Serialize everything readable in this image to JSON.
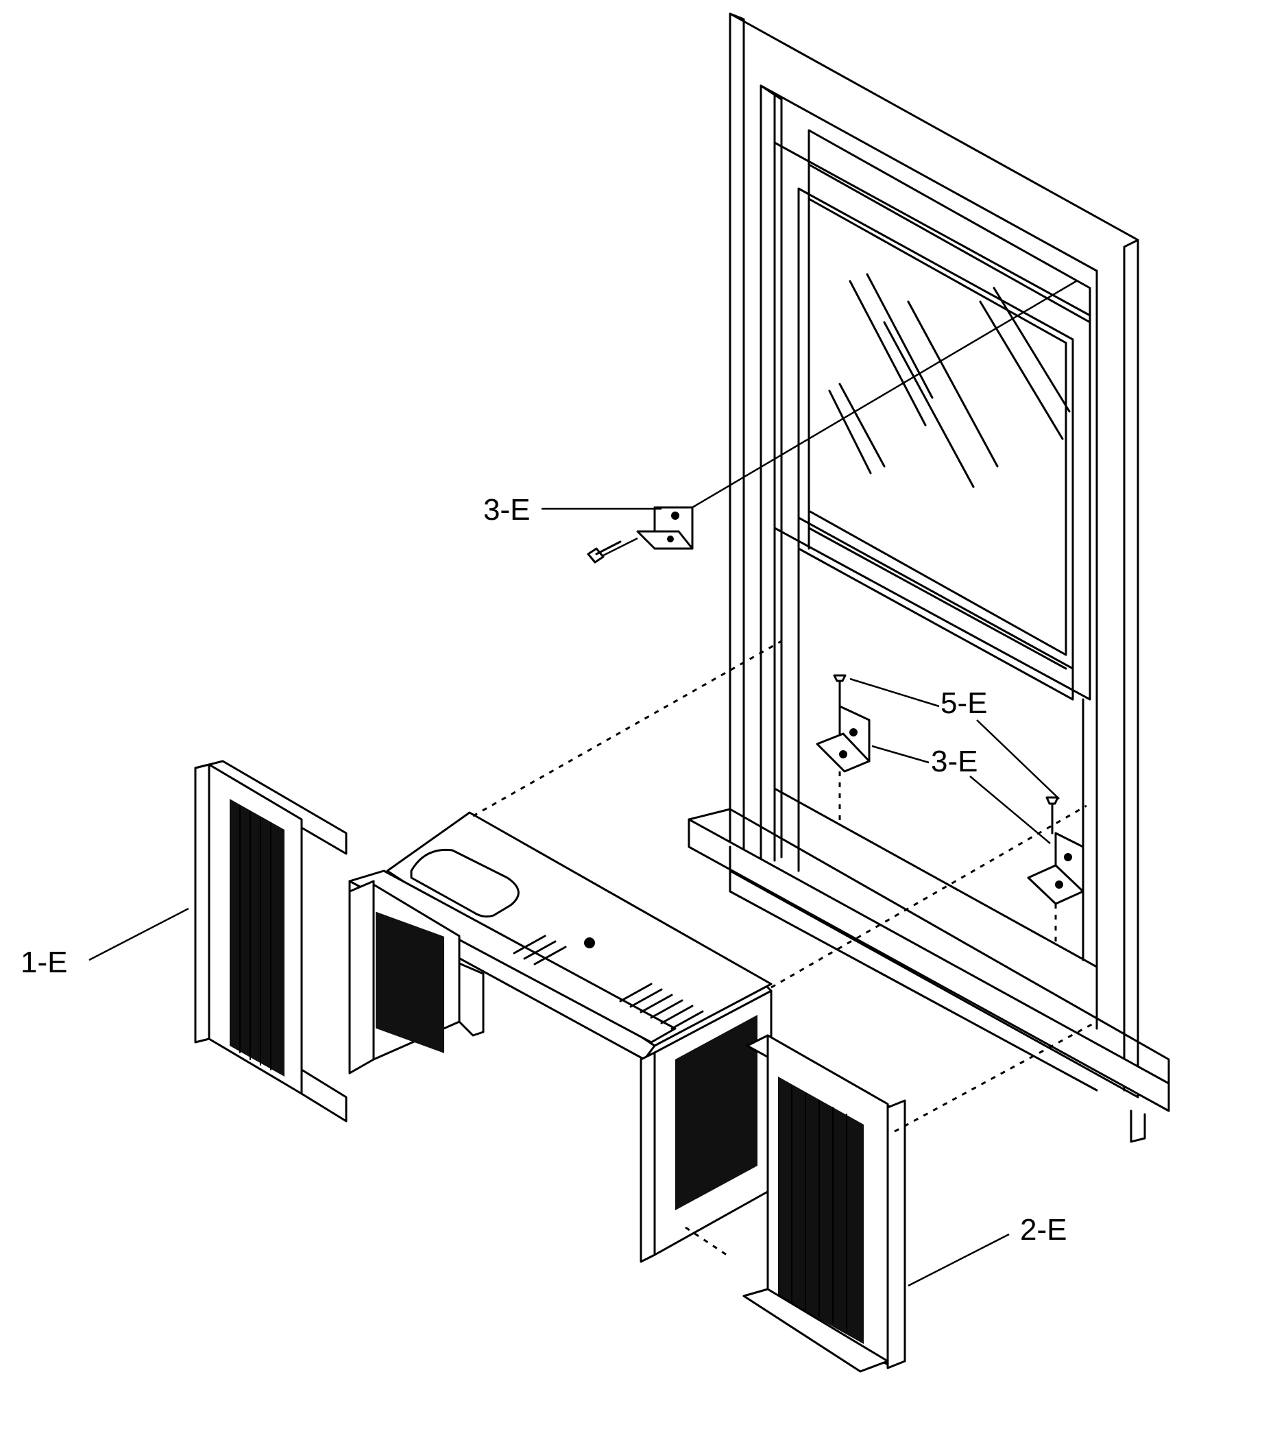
{
  "labels": {
    "panel_left": "1-E",
    "panel_right": "2-E",
    "bracket_upper": "3-E",
    "bracket_middle": "3-E",
    "screw": "5-E"
  },
  "colors": {
    "ink": "#000000",
    "paper": "#ffffff"
  }
}
